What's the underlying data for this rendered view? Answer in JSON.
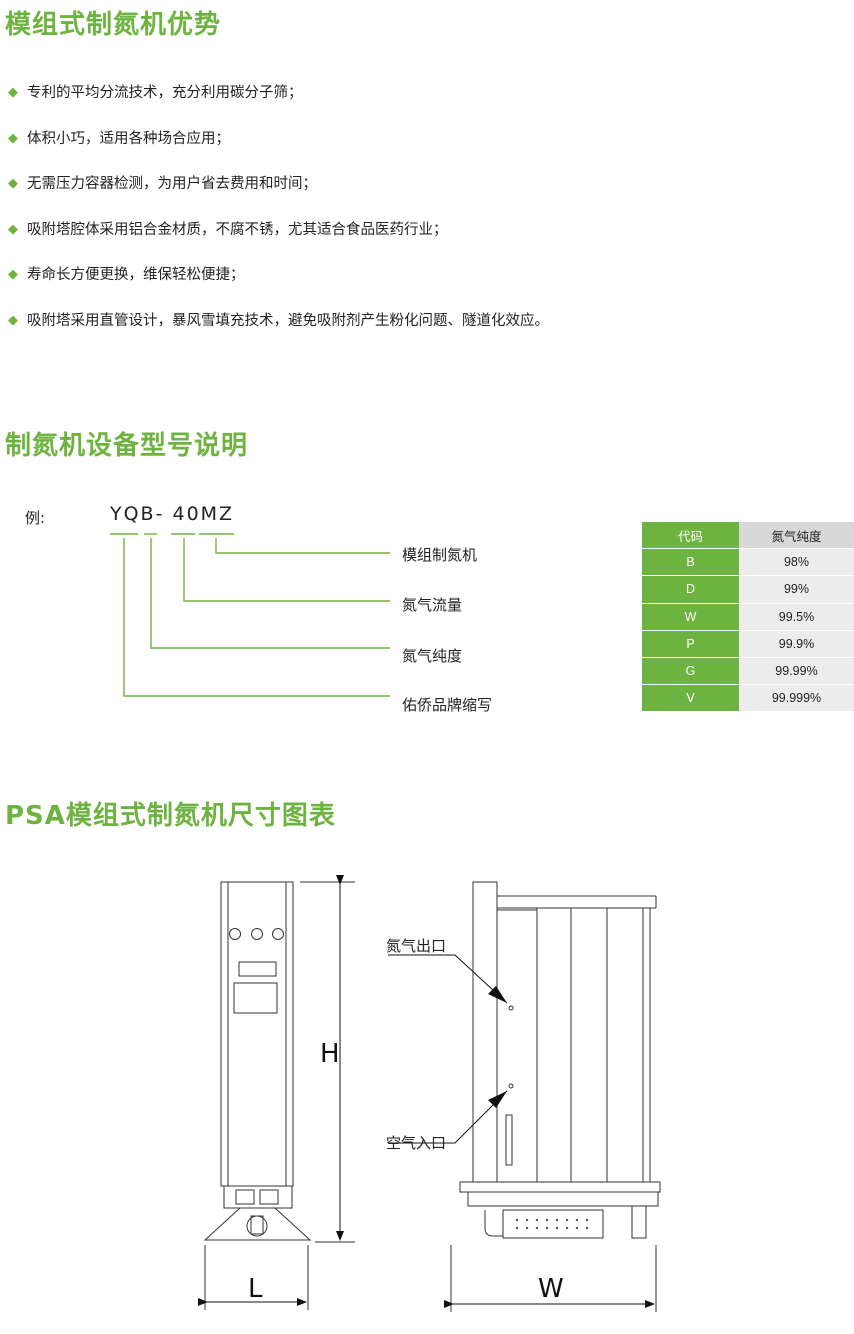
{
  "section1": {
    "title": "模组式制氮机优势",
    "bullet": "◆",
    "items": [
      "专利的平均分流技术，充分利用碳分子筛；",
      "体积小巧，适用各种场合应用；",
      "无需压力容器检测，为用户省去费用和时间；",
      "吸附塔腔体采用铝合金材质，不腐不锈，尤其适合食品医药行业；",
      "寿命长方便更换，维保轻松便捷；",
      "吸附塔采用直管设计，暴风雪填充技术，避免吸附剂产生粉化问题、隧道化效应。"
    ]
  },
  "section2": {
    "title": "制氮机设备型号说明",
    "example_label": "例:",
    "model_code": "YQB- 40MZ",
    "labels": [
      "模组制氮机",
      "氮气流量",
      "氮气纯度",
      "佑侨品牌缩写"
    ],
    "table": {
      "headers": [
        "代码",
        "氮气纯度"
      ],
      "rows": [
        [
          "B",
          "98%"
        ],
        [
          "D",
          "99%"
        ],
        [
          "W",
          "99.5%"
        ],
        [
          "P",
          "99.9%"
        ],
        [
          "G",
          "99.99%"
        ],
        [
          "V",
          "99.999%"
        ]
      ]
    }
  },
  "section3": {
    "title": "PSA模组式制氮机尺寸图表",
    "dim_h": "H",
    "dim_l": "L",
    "dim_w": "W",
    "outlet_label": "氮气出口",
    "inlet_label": "空气入口"
  },
  "colors": {
    "accent": "#6db33f",
    "table_bg": "#ececec"
  }
}
